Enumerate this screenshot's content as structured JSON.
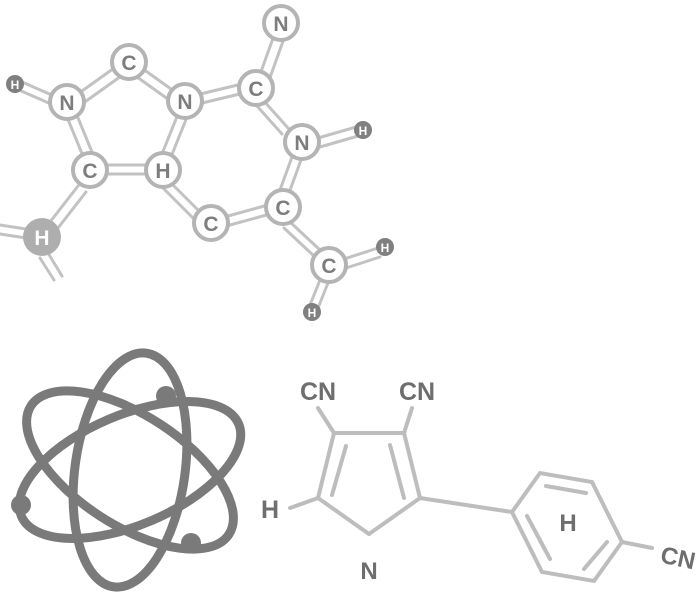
{
  "molecule_top": {
    "atoms": [
      {
        "id": "n-top",
        "label": "N"
      },
      {
        "id": "c-top",
        "label": "C"
      },
      {
        "id": "c-five-top",
        "label": "C"
      },
      {
        "id": "n-left",
        "label": "N"
      },
      {
        "id": "n-bridge",
        "label": "N"
      },
      {
        "id": "n-right",
        "label": "N"
      },
      {
        "id": "c-left",
        "label": "C"
      },
      {
        "id": "h-center",
        "label": "H"
      },
      {
        "id": "c-bottom-mid",
        "label": "C"
      },
      {
        "id": "c-bottom-right",
        "label": "C"
      },
      {
        "id": "c-methylene",
        "label": "C"
      },
      {
        "id": "h-solid",
        "label": "H"
      },
      {
        "id": "h-n-left",
        "label": "H"
      },
      {
        "id": "h-n-right",
        "label": "H"
      },
      {
        "id": "h-ch2-a",
        "label": "H"
      },
      {
        "id": "h-ch2-b",
        "label": "H"
      }
    ]
  },
  "molecule_bottom": {
    "labels": {
      "cn_left": "CN",
      "cn_right": "CN",
      "h_left": "H",
      "n_bottom": "N",
      "h_ring": "H",
      "cn_ring": "CN"
    }
  },
  "colors": {
    "atom_stroke": "#b4b4b4",
    "atom_text": "#7d7d7d",
    "atom_symbol_gray": "#7a7a7a",
    "bond_light": "#bdbdbd",
    "label_text": "#6e6e6e"
  },
  "icons": {
    "atom_symbol": "atom-orbit-icon"
  }
}
